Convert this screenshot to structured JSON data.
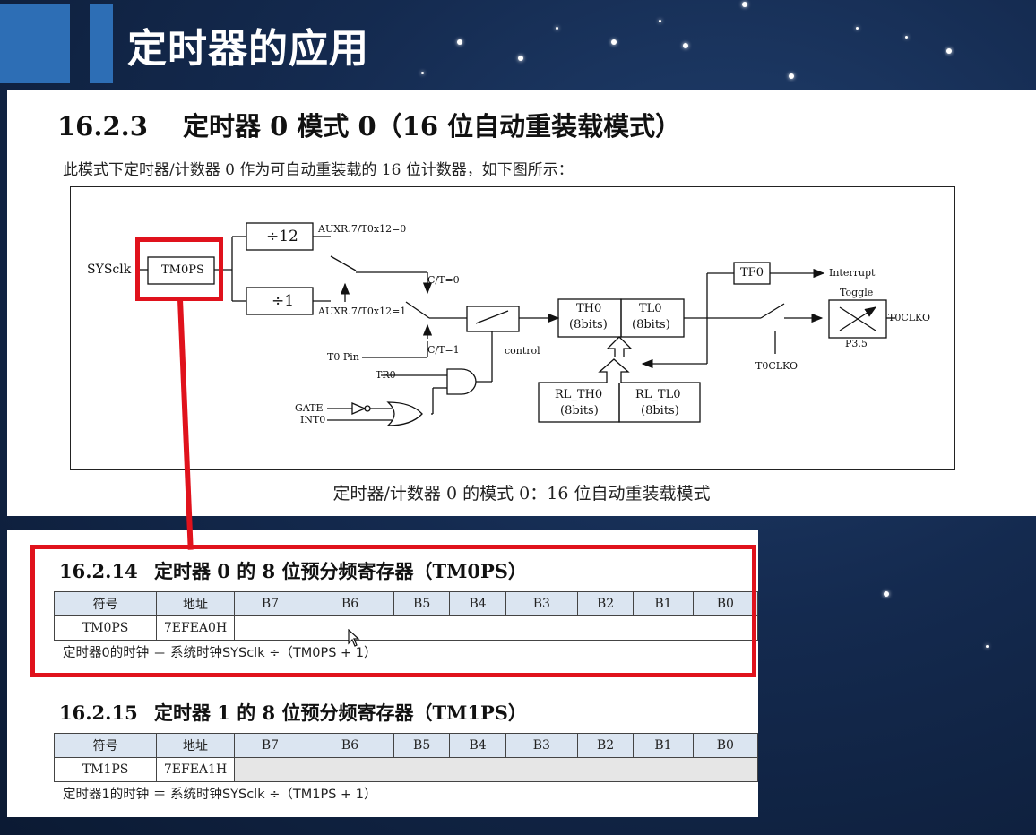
{
  "slide_title": "定时器的应用",
  "section": {
    "number": "16.2.3",
    "title": "定时器 0 模式 0（16 位自动重装载模式）",
    "description": "此模式下定时器/计数器 0 作为可自动重装载的 16 位计数器，如下图所示：",
    "caption": "定时器/计数器 0 的模式 0：16 位自动重装载模式"
  },
  "diagram": {
    "sysclk": "SYSclk",
    "tm0ps": "TM0PS",
    "div12": "÷12",
    "div1": "÷1",
    "auxr0": "AUXR.7/T0x12=0",
    "auxr1": "AUXR.7/T0x12=1",
    "ct0": "C/T=0",
    "ct1": "C/T=1",
    "t0pin": "T0 Pin",
    "control": "control",
    "tr0": "TR0",
    "gate": "GATE",
    "int0": "INT0",
    "th0": "TH0",
    "th0_bits": "(8bits)",
    "tl0": "TL0",
    "tl0_bits": "(8bits)",
    "rl_th0": "RL_TH0",
    "rl_th0_bits": "(8bits)",
    "rl_tl0": "RL_TL0",
    "rl_tl0_bits": "(8bits)",
    "tf0": "TF0",
    "interrupt": "Interrupt",
    "toggle": "Toggle",
    "t0clko_out": "T0CLKO",
    "p35": "P3.5",
    "t0clko_en": "T0CLKO"
  },
  "registers": [
    {
      "number": "16.2.14",
      "title": "定时器 0 的 8 位预分频寄存器（TM0PS）",
      "headers": [
        "符号",
        "地址",
        "B7",
        "B6",
        "B5",
        "B4",
        "B3",
        "B2",
        "B1",
        "B0"
      ],
      "symbol": "TM0PS",
      "address": "7EFEA0H",
      "formula": "定时器0的时钟 ＝ 系统时钟SYSclk ÷（TM0PS + 1）"
    },
    {
      "number": "16.2.15",
      "title": "定时器 1 的 8 位预分频寄存器（TM1PS）",
      "headers": [
        "符号",
        "地址",
        "B7",
        "B6",
        "B5",
        "B4",
        "B3",
        "B2",
        "B1",
        "B0"
      ],
      "symbol": "TM1PS",
      "address": "7EFEA1H",
      "formula": "定时器1的时钟 ＝ 系统时钟SYSclk ÷（TM1PS + 1）"
    }
  ],
  "colors": {
    "highlight": "#e0121c",
    "table_header": "#dbe5f1",
    "accent_blue": "#2d6eb5"
  }
}
